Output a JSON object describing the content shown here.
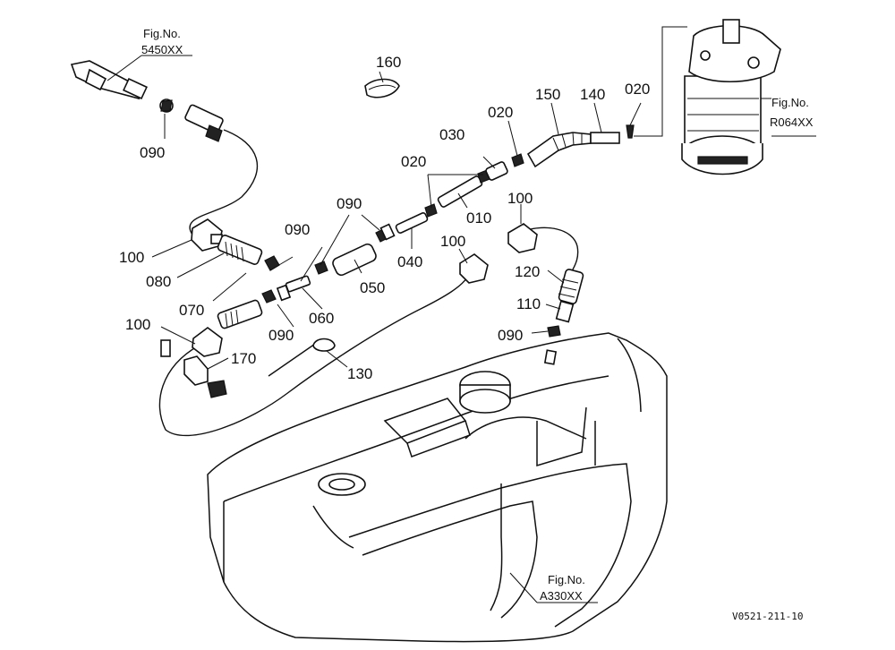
{
  "diagram": {
    "part_labels": [
      "160",
      "090",
      "100",
      "080",
      "070",
      "100",
      "170",
      "090",
      "060",
      "050",
      "090",
      "090",
      "040",
      "020",
      "010",
      "030",
      "020",
      "150",
      "140",
      "020",
      "100",
      "120",
      "110",
      "090",
      "100",
      "130"
    ],
    "fig_refs": [
      {
        "line1": "Fig.No.",
        "line2": "5450XX"
      },
      {
        "line1": "Fig.No.",
        "line2": "R064XX"
      },
      {
        "line1": "Fig.No.",
        "line2": "A330XX"
      }
    ],
    "drawing_code": "V0521-211-10"
  }
}
